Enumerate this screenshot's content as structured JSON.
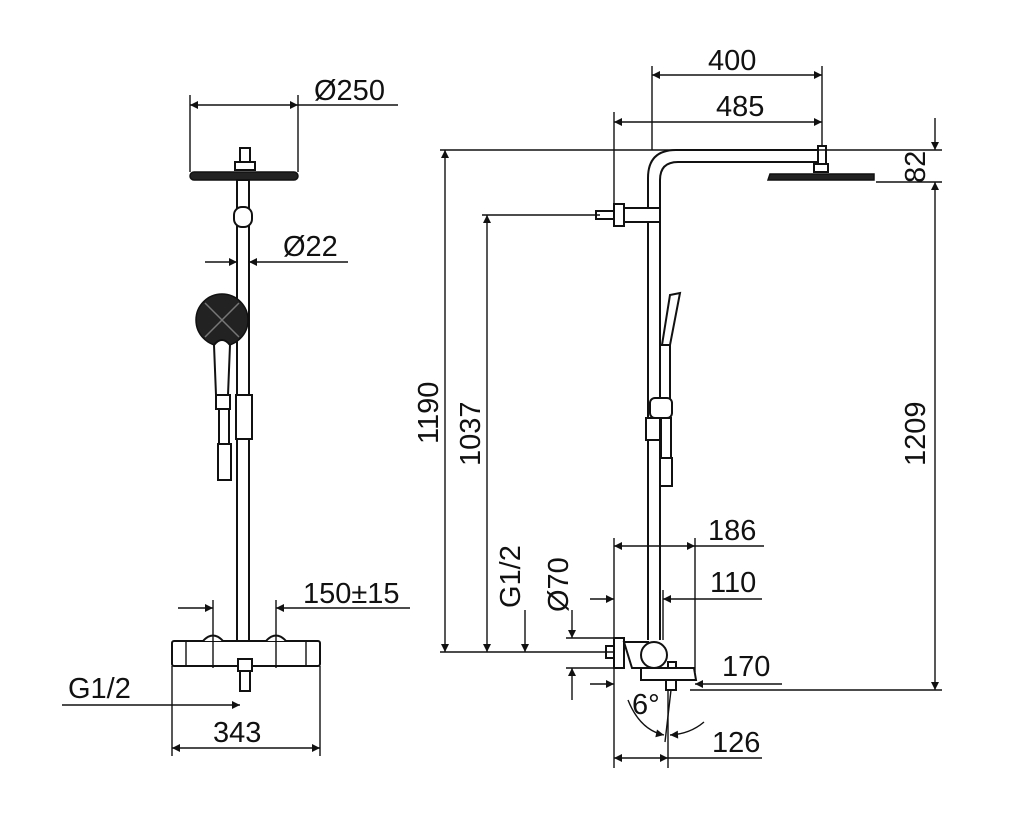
{
  "title": "Shower system dimension drawing",
  "front_view": {
    "head_diameter": "Ø250",
    "pipe_diameter": "Ø22",
    "inlet_distance": "150±15",
    "inlet_thread": "G1/2",
    "mixer_width": "343"
  },
  "side_view": {
    "arm_projection_400": "400",
    "arm_projection_485": "485",
    "head_height": "82",
    "total_height_1209": "1209",
    "height_1190": "1190",
    "height_1037": "1037",
    "inlet_thread": "G1/2",
    "rosette_diameter": "Ø70",
    "depth_186": "186",
    "depth_110": "110",
    "spout_170": "170",
    "spout_126": "126",
    "spout_angle": "6°"
  },
  "colors": {
    "line": "#111111",
    "background": "#ffffff"
  }
}
